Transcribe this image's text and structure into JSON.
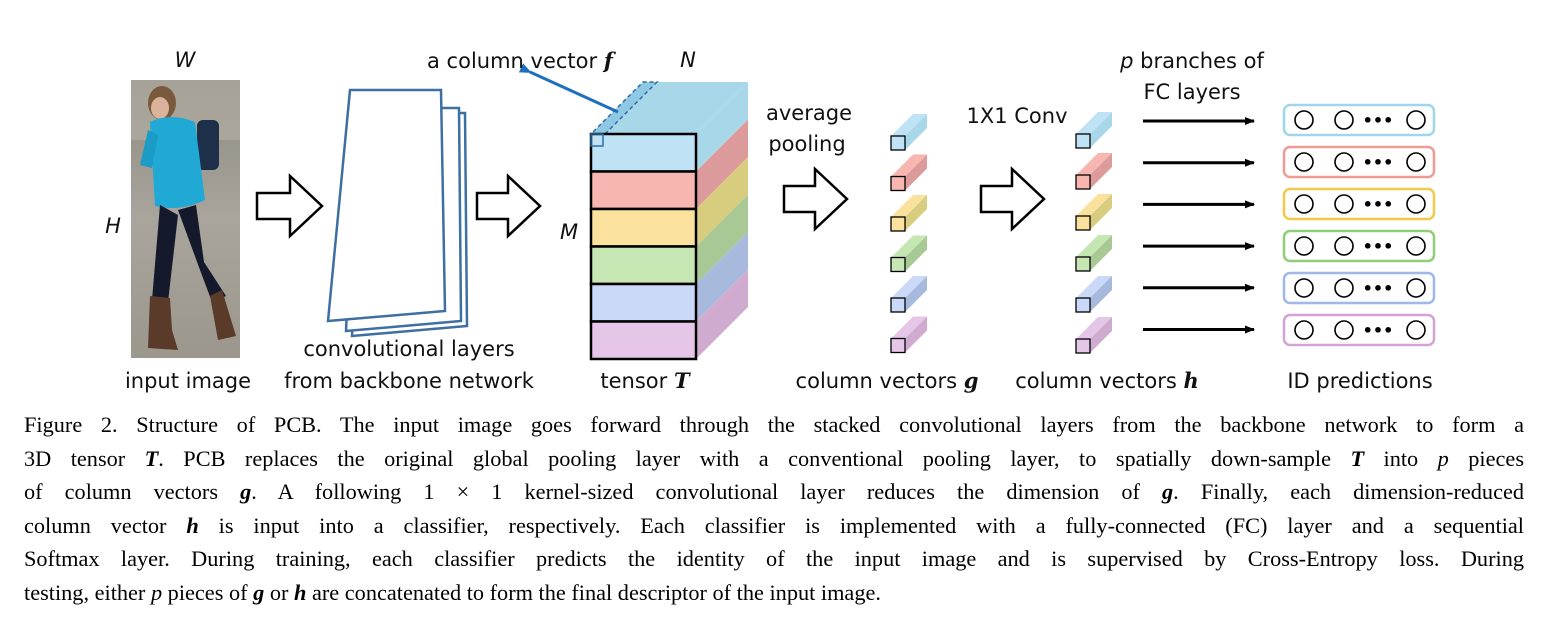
{
  "figure": {
    "labels": {
      "W": "W",
      "H": "H",
      "M": "M",
      "N": "N",
      "column_vector_f_prefix": "a column vector ",
      "column_vector_f_var": "f",
      "average_pooling_line1": "average",
      "average_pooling_line2": "pooling",
      "conv1x1": "1X1 Conv",
      "branches_line1_var": "p",
      "branches_line1_text": " branches of",
      "branches_line2": "FC layers",
      "conv_layers_line1": "convolutional layers",
      "conv_layers_line2": "from backbone network",
      "input_image": "input image",
      "tensor_prefix": "tensor ",
      "tensor_var": "T",
      "col_g_prefix": "column vectors ",
      "col_g_var": "g",
      "col_h_prefix": "column vectors ",
      "col_h_var": "h",
      "id_predictions": "ID predictions",
      "ellipsis": "•••"
    },
    "part_colors": [
      "#bfe3f5",
      "#f7b6b0",
      "#fae29e",
      "#c6e6b3",
      "#c9d9f7",
      "#e6c6e8"
    ],
    "part_side_colors": [
      "#a9d7ea",
      "#dd9a9a",
      "#d8cc7e",
      "#a8c995",
      "#a7badd",
      "#cfaccf"
    ],
    "part_border_colors": [
      "#9fd6ea",
      "#f09a94",
      "#f2c94a",
      "#8fce74",
      "#9eb8ea",
      "#d4a3d6"
    ],
    "arrow_color": "#1f6fbf"
  },
  "caption": {
    "lines": [
      [
        "t",
        "Figure 2. Structure of PCB. The input image goes forward through the stacked convolutional layers from the backbone network to form a"
      ],
      [
        "t",
        "3D tensor ",
        "b",
        "T",
        "t",
        ". PCB replaces the original global pooling layer with a conventional pooling layer, to spatially down-sample ",
        "b",
        "T",
        "t",
        " into ",
        "i",
        "p",
        "t",
        " pieces"
      ],
      [
        "t",
        "of column vectors ",
        "b",
        "g",
        "t",
        ".  A following 1 × 1 kernel-sized convolutional layer reduces the dimension of ",
        "b",
        "g",
        "t",
        ".  Finally, each dimension-reduced"
      ],
      [
        "t",
        "column vector ",
        "b",
        "h",
        "t",
        " is input into a classifier, respectively. Each classifier is implemented with a fully-connected (FC) layer and a sequential"
      ],
      [
        "t",
        "Softmax layer. During training, each classifier predicts the identity of the input image and is supervised by Cross-Entropy loss. During"
      ],
      [
        "t",
        "testing, either ",
        "i",
        "p",
        "t",
        " pieces of ",
        "b",
        "g",
        "t",
        " or ",
        "b",
        "h",
        "t",
        " are concatenated to form the final descriptor of the input image."
      ]
    ]
  }
}
